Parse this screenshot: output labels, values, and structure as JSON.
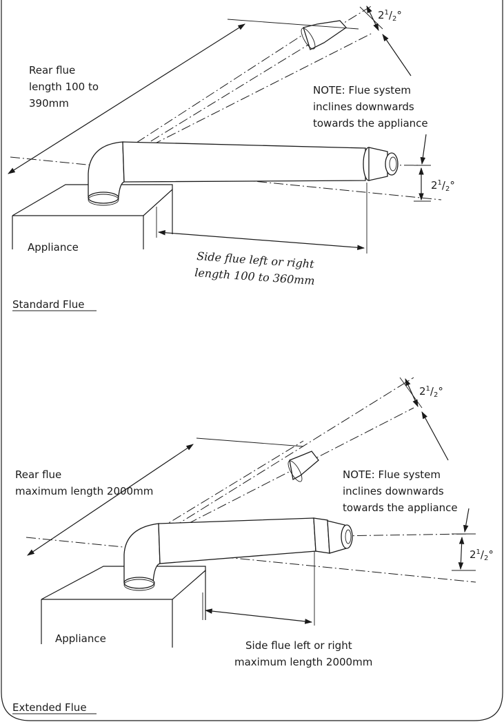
{
  "standard": {
    "rear_label_1": "Rear flue",
    "rear_label_2": "length 100 to",
    "rear_label_3": "390mm",
    "angle_top": "2",
    "angle_top_sup": "1",
    "angle_top_rest": "/",
    "angle_top_sub": "2",
    "angle_top_deg": "°",
    "note_1": "NOTE: Flue system",
    "note_2": "inclines downwards",
    "note_3": "towards the appliance",
    "angle_side": "2",
    "angle_side_sup": "1",
    "angle_side_rest": "/",
    "angle_side_sub": "2",
    "angle_side_deg": "°",
    "appliance": "Appliance",
    "side_label_1": "Side flue left or right",
    "side_label_2": "length 100 to 360mm",
    "caption": "Standard Flue"
  },
  "extended": {
    "rear_label_1": "Rear flue",
    "rear_label_2": "maximum length 2000mm",
    "angle_top": "2",
    "angle_top_sup": "1",
    "angle_top_rest": "/",
    "angle_top_sub": "2",
    "angle_top_deg": "°",
    "note_1": "NOTE: Flue system",
    "note_2": "inclines downwards",
    "note_3": "towards the appliance",
    "angle_side": "2",
    "angle_side_sup": "1",
    "angle_side_rest": "/",
    "angle_side_sub": "2",
    "angle_side_deg": "°",
    "appliance": "Appliance",
    "side_label_1": "Side flue left or right",
    "side_label_2": "maximum length 2000mm",
    "caption": "Extended Flue"
  }
}
